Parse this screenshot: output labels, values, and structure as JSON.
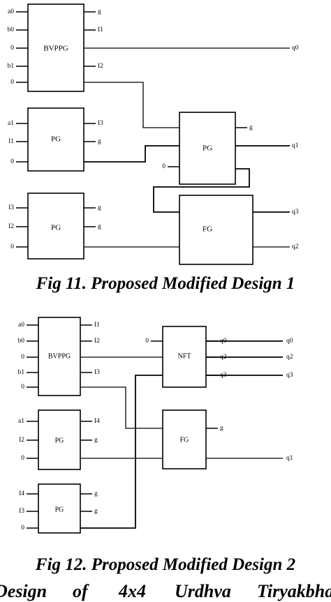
{
  "figure1": {
    "caption": "Fig 11. Proposed Modified Design 1",
    "gates": [
      {
        "id": "g1",
        "label": "BVPPG",
        "inputs": [
          "a0",
          "b0",
          "0",
          "b1",
          "0"
        ],
        "outputs": [
          "g",
          "I1",
          "",
          "I2",
          ""
        ]
      },
      {
        "id": "g2",
        "label": "PG",
        "inputs": [
          "a1",
          "I1",
          "0"
        ],
        "outputs": [
          "I3",
          "g",
          ""
        ]
      },
      {
        "id": "g3",
        "label": "PG",
        "inputs": [
          "I3",
          "I2",
          "0"
        ],
        "outputs": [
          "g",
          "g",
          ""
        ]
      },
      {
        "id": "g4",
        "label": "PG",
        "inputs": [
          "",
          "",
          "0"
        ],
        "outputs": [
          "g",
          "",
          ""
        ]
      },
      {
        "id": "g5",
        "label": "FG",
        "inputs": [
          "",
          ""
        ],
        "outputs": [
          "",
          ""
        ]
      }
    ],
    "outputs": [
      "q0",
      "q1",
      "q3",
      "q2"
    ]
  },
  "figure2": {
    "caption": "Fig 12. Proposed Modified Design 2",
    "gates": [
      {
        "id": "h1",
        "label": "BVPPG",
        "inputs": [
          "a0",
          "b0",
          "0",
          "b1",
          "0"
        ],
        "outputs": [
          "I1",
          "I2",
          "",
          "I3",
          ""
        ]
      },
      {
        "id": "h2",
        "label": "PG",
        "inputs": [
          "a1",
          "I2",
          "0"
        ],
        "outputs": [
          "I4",
          "g",
          ""
        ]
      },
      {
        "id": "h3",
        "label": "PG",
        "inputs": [
          "I4",
          "I3",
          "0"
        ],
        "outputs": [
          "g",
          "g",
          ""
        ]
      },
      {
        "id": "h4",
        "label": "NFT",
        "inputs": [
          "0",
          "",
          ""
        ],
        "outputs": [
          "q0",
          "q2",
          "q3"
        ]
      },
      {
        "id": "h5",
        "label": "FG",
        "inputs": [
          "",
          ""
        ],
        "outputs": [
          "g",
          ""
        ]
      }
    ],
    "outputs": [
      "q1"
    ]
  },
  "footer_words": [
    "Design",
    "of",
    "4x4",
    "Urdhva",
    "Tiryakbhava"
  ]
}
